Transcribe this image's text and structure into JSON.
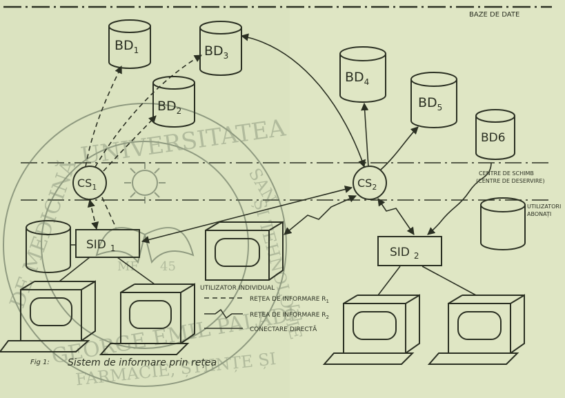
{
  "labels": {
    "top_right": "BAZE DE DATE",
    "bd1": "BD",
    "bd1_sub": "1",
    "bd2": "BD",
    "bd2_sub": "2",
    "bd3": "BD",
    "bd3_sub": "3",
    "bd4": "BD",
    "bd4_sub": "4",
    "bd5": "BD",
    "bd5_sub": "5",
    "bd6": "BD6",
    "cs1": "CS",
    "cs1_sub": "1",
    "cs2": "CS",
    "cs2_sub": "2",
    "sid1": "SID",
    "sid1_sub": "1",
    "sid2": "SID",
    "sid2_sub": "2",
    "exchange_1": "CENTRE DE SCHIMB",
    "exchange_2": "(CENTRE DE DESERVIRE)",
    "subscribers_1": "UTILIZATORI",
    "subscribers_2": "ABONAȚI",
    "individual_user": "UTILIZATOR INDIVIDUAL",
    "legend_r1": "REȚEA DE INFORMARE R",
    "legend_r1_sub": "1",
    "legend_r2": "REȚEA DE INFORMARE R",
    "legend_r2_sub": "2",
    "legend_direct": "CONECTARE DIRECTĂ",
    "caption_fig": "Fig 1:",
    "caption": "Sistem de informare prin rețea"
  },
  "watermark": {
    "top": "UNIVERSITATEA",
    "left": "DE MEDICINĂ",
    "right": "ȘI TEHNOLOGIE",
    "right_top": "SAN",
    "bottom1": "GEORGE EMIL PALADE",
    "bottom2": "FARMACIE, ȘTIINȚE ȘI",
    "mid_left": "MF",
    "mid_right": "45"
  },
  "colors": {
    "ink": "#2a2f22",
    "paper": "#dfe6c4",
    "watermark": "#5d6b56"
  }
}
